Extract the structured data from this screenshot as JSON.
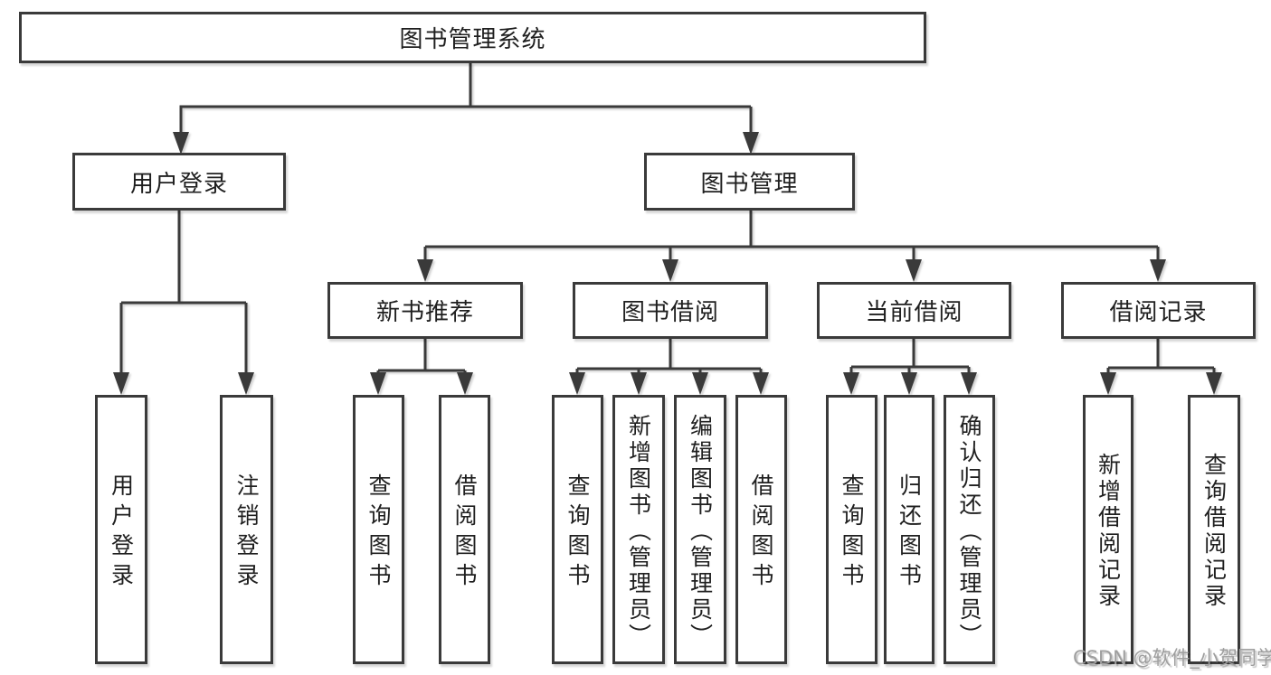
{
  "diagram": {
    "title": "图书管理系统",
    "root": "图书管理系统",
    "level2": {
      "user_login": "用户登录",
      "book_management": "图书管理"
    },
    "level3": {
      "new_book_recommend": "新书推荐",
      "book_borrowing": "图书借阅",
      "current_borrowing": "当前借阅",
      "borrowing_records": "借阅记录"
    },
    "leaves": {
      "user_login": [
        "用户登录",
        "注销登录"
      ],
      "new_book_recommend": [
        "查询图书",
        "借阅图书"
      ],
      "book_borrowing": [
        "查询图书",
        "新增图书（管理员）",
        "编辑图书（管理员）",
        "借阅图书"
      ],
      "current_borrowing": [
        "查询图书",
        "归还图书",
        "确认归还（管理员）"
      ],
      "borrowing_records": [
        "新增借阅记录",
        "查询借阅记录"
      ]
    }
  },
  "watermark": "CSDN @软件_小贺同学",
  "colors": {
    "line": "#3a3a3a",
    "text": "#1f1f1f",
    "background": "#ffffff",
    "watermark": "#9e9e9e"
  }
}
